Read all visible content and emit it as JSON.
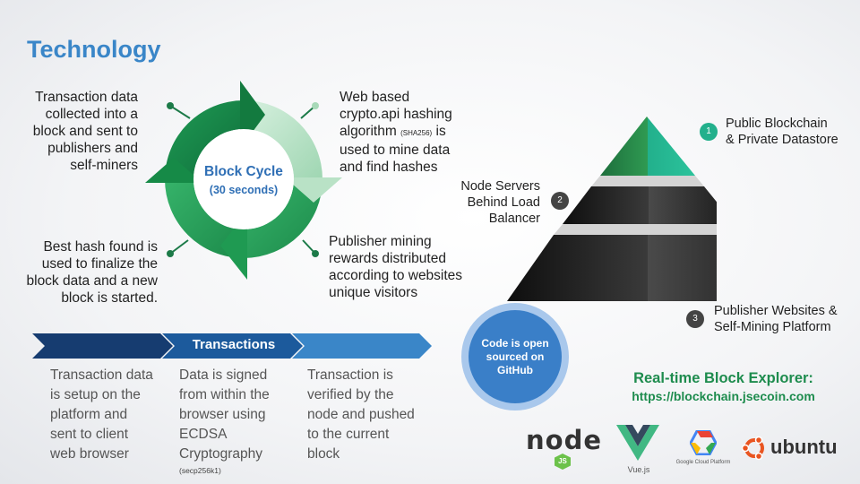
{
  "title": "Technology",
  "cycle": {
    "center_title": "Block Cycle",
    "center_sub": "(30 seconds)",
    "top_left": [
      "Transaction data",
      "collected into a",
      "block and sent to",
      "publishers and",
      "self-miners"
    ],
    "top_right": {
      "line1": "Web based",
      "line2": "crypto.api hashing",
      "line3_main": "algorithm",
      "line3_small": "(SHA256)",
      "line3_end": "is",
      "line4": "used to mine data",
      "line5": "and find hashes"
    },
    "bottom_right": [
      "Publisher mining",
      "rewards distributed",
      "according to websites",
      "unique visitors"
    ],
    "bottom_left": [
      "Best hash found is",
      "used to finalize the",
      "block data and a new",
      "block is started."
    ]
  },
  "pyramid": {
    "layers": [
      {
        "num": "1",
        "label": [
          "Public Blockchain",
          "& Private Datastore"
        ]
      },
      {
        "num": "2",
        "label": [
          "Node Servers",
          "Behind Load",
          "Balancer"
        ]
      },
      {
        "num": "3",
        "label": [
          "Publisher Websites &",
          "Self-Mining Platform"
        ]
      }
    ]
  },
  "transactions": {
    "label": "Transactions",
    "columns": [
      {
        "lines": [
          "Transaction data",
          "is setup on the",
          "platform and",
          "sent to client",
          "web browser"
        ],
        "small": ""
      },
      {
        "lines": [
          "Data is signed",
          "from within the",
          "browser using",
          "ECDSA",
          "Cryptography"
        ],
        "small": "(secp256k1)"
      },
      {
        "lines": [
          "Transaction is",
          "verified by the",
          "node and pushed",
          "to the current",
          "block"
        ],
        "small": ""
      }
    ]
  },
  "github": [
    "Code is open",
    "sourced on",
    "GitHub"
  ],
  "explorer": {
    "title": "Real-time Block Explorer:",
    "url": "https://blockchain.jsecoin.com"
  },
  "logos": {
    "node": "node",
    "node_sub": "JS",
    "vue": "Vue.js",
    "google": "Google Cloud Platform",
    "ubuntu": "ubuntu"
  },
  "colors": {
    "accent_blue": "#3a86c8",
    "green_dark": "#1e8c4e",
    "green_mid": "#2fa362",
    "green_light": "#b9e2c6",
    "teal": "#22b08c",
    "navy": "#173f75"
  }
}
